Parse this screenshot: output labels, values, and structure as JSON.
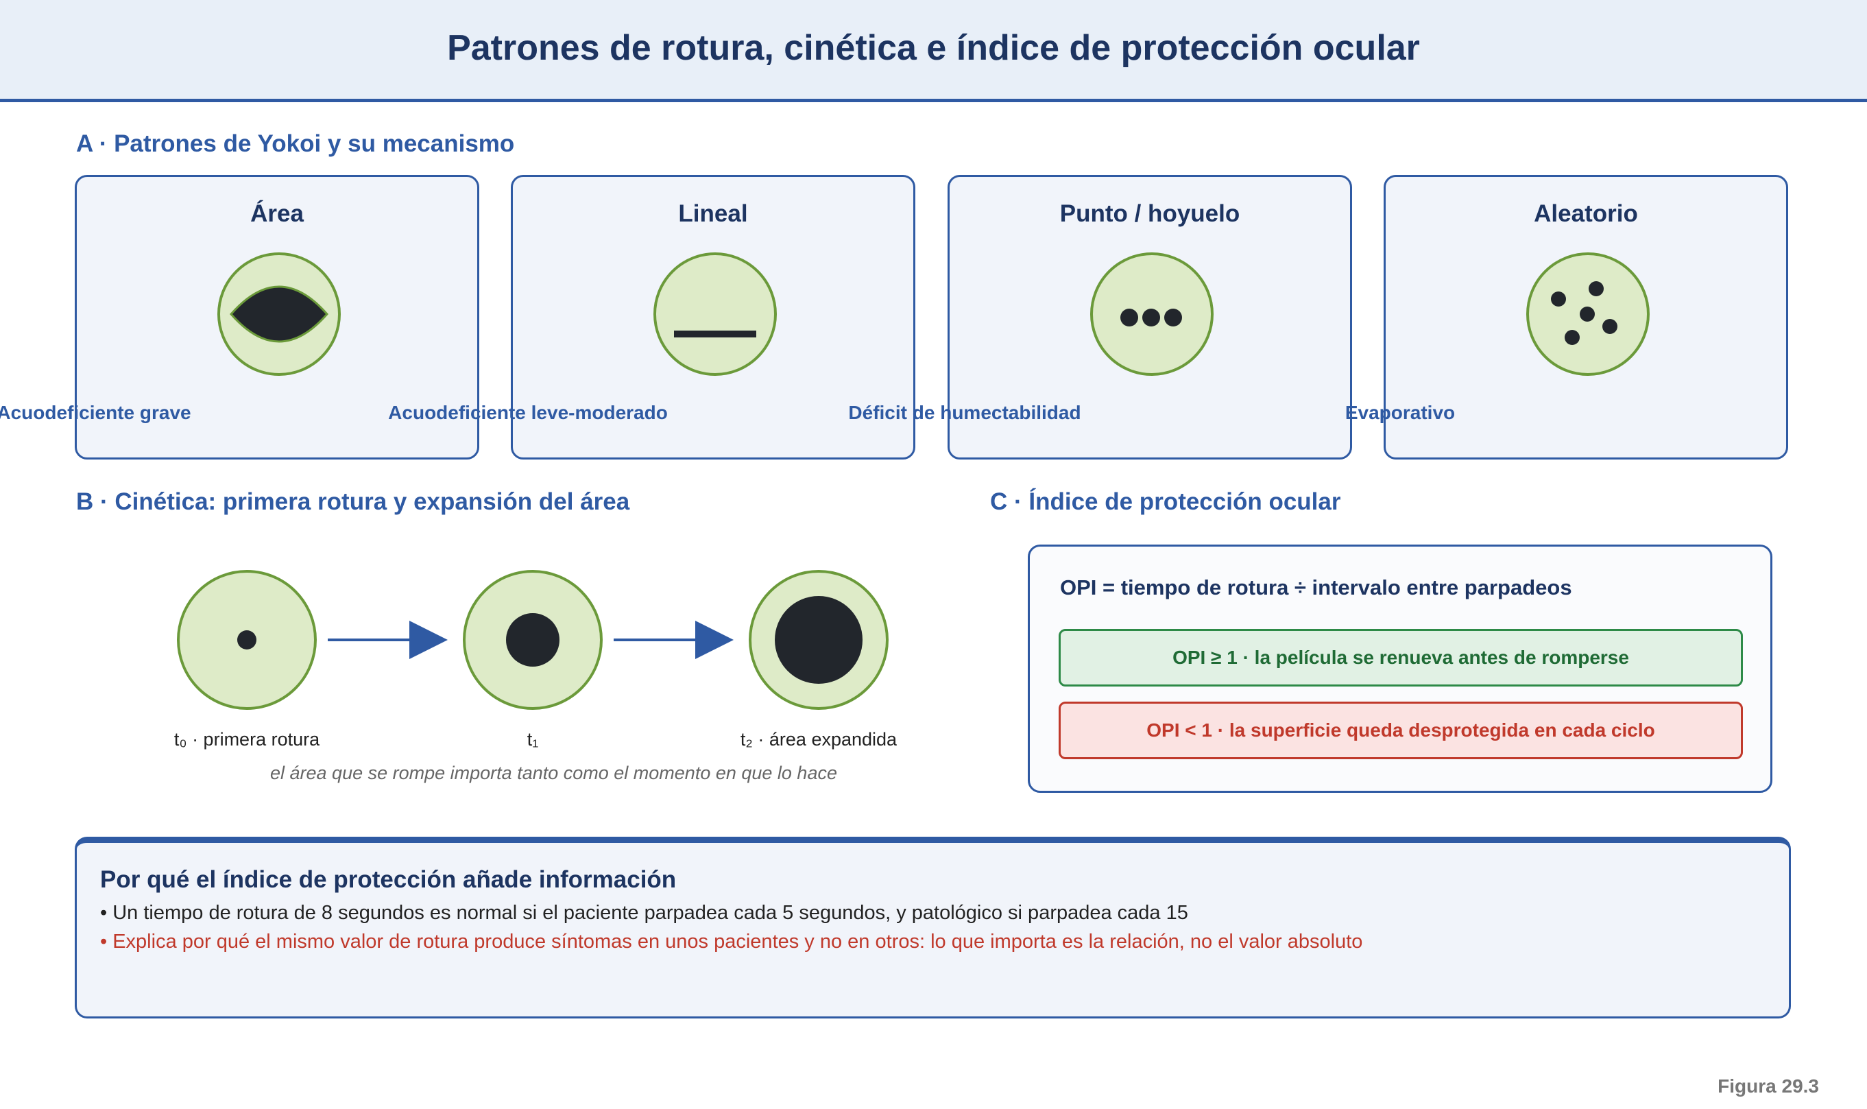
{
  "title": "Patrones de rotura, cinética e índice de protección ocular",
  "section_a": {
    "title": "A · Patrones de Yokoi y su mecanismo",
    "patterns": [
      {
        "name": "Área",
        "mechanism": "Acuodeficiente grave",
        "icon": "lens-shape-icon"
      },
      {
        "name": "Lineal",
        "mechanism": "Acuodeficiente leve-moderado",
        "icon": "line-icon"
      },
      {
        "name": "Punto / hoyuelo",
        "mechanism": "Déficit de humectabilidad",
        "icon": "dots-row-icon"
      },
      {
        "name": "Aleatorio",
        "mechanism": "Evaporativo",
        "icon": "scattered-dots-icon"
      }
    ]
  },
  "section_b": {
    "title": "B · Cinética: primera rotura y expansión del área",
    "stages": [
      {
        "label": "t₀ · primera rotura"
      },
      {
        "label": "t₁"
      },
      {
        "label": "t₂ · área expandida"
      }
    ],
    "note": "el área que se rompe importa tanto como el momento en que lo hace"
  },
  "section_c": {
    "title": "C · Índice de protección ocular",
    "formula": "OPI = tiempo de rotura ÷ intervalo entre parpadeos",
    "good": "OPI ≥ 1 · la película se renueva antes de romperse",
    "bad": "OPI < 1 · la superficie queda desprotegida en cada ciclo"
  },
  "summary": {
    "title": "Por qué el índice de protección añade información",
    "line1": "• Un tiempo de rotura de 8 segundos es normal si el paciente parpadea cada 5 segundos, y patológico si parpadea cada 15",
    "line2": "• Explica por qué el mismo valor de rotura produce síntomas en unos pacientes y no en otros: lo que importa es la relación, no el valor absoluto"
  },
  "figure_label": "Figura 29.3",
  "colors": {
    "accent": "#2f5aa3",
    "circle_fill": "#deebc8",
    "circle_stroke": "#6b9a3a",
    "spot": "#22262c",
    "good": "#2d8a47",
    "bad": "#c0392b"
  }
}
